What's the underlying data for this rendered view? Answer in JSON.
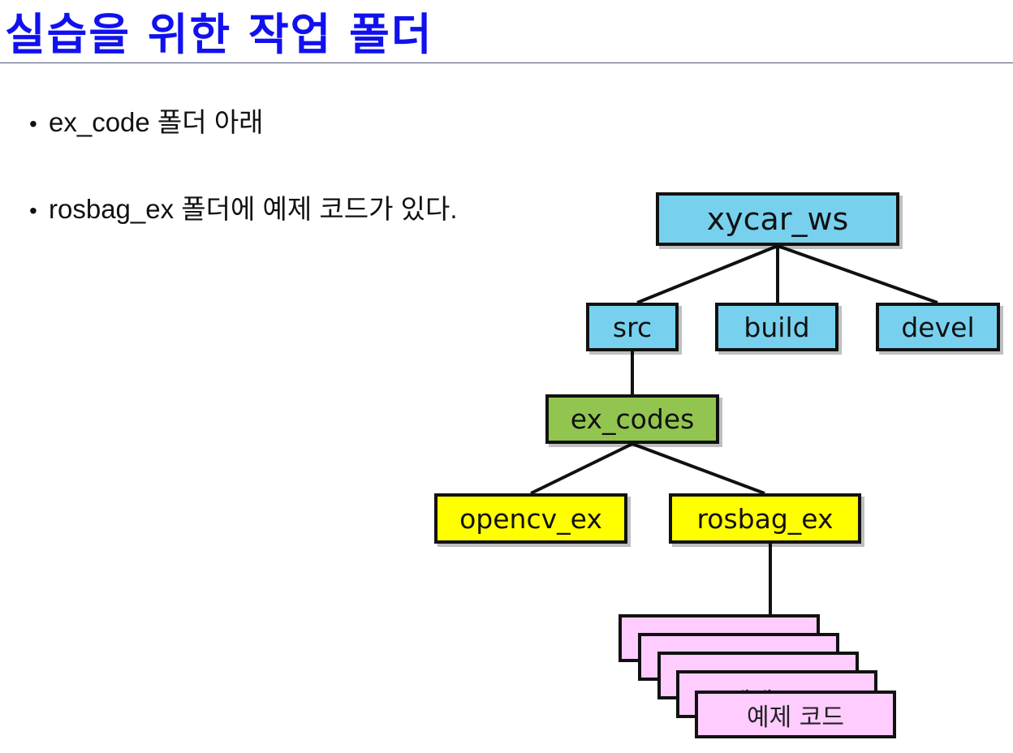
{
  "slide": {
    "title": "실습을 위한 작업 폴더",
    "bullets": [
      "ex_code 폴더 아래",
      "rosbag_ex 폴더에 예제 코드가 있다."
    ]
  },
  "tree": {
    "root": "xycar_ws",
    "level1": [
      "src",
      "build",
      "devel"
    ],
    "level2": "ex_codes",
    "level3": [
      "opencv_ex",
      "rosbag_ex"
    ],
    "files": [
      "예제 코드",
      "예제 코드",
      "예제 코드",
      "예제 코드",
      "예제 코드"
    ]
  },
  "colors": {
    "title": "#1111ee",
    "workspace_nodes": "#77d1ee",
    "ex_codes_node": "#92c550",
    "example_folders": "#ffff00",
    "code_files": "#ffccff"
  }
}
